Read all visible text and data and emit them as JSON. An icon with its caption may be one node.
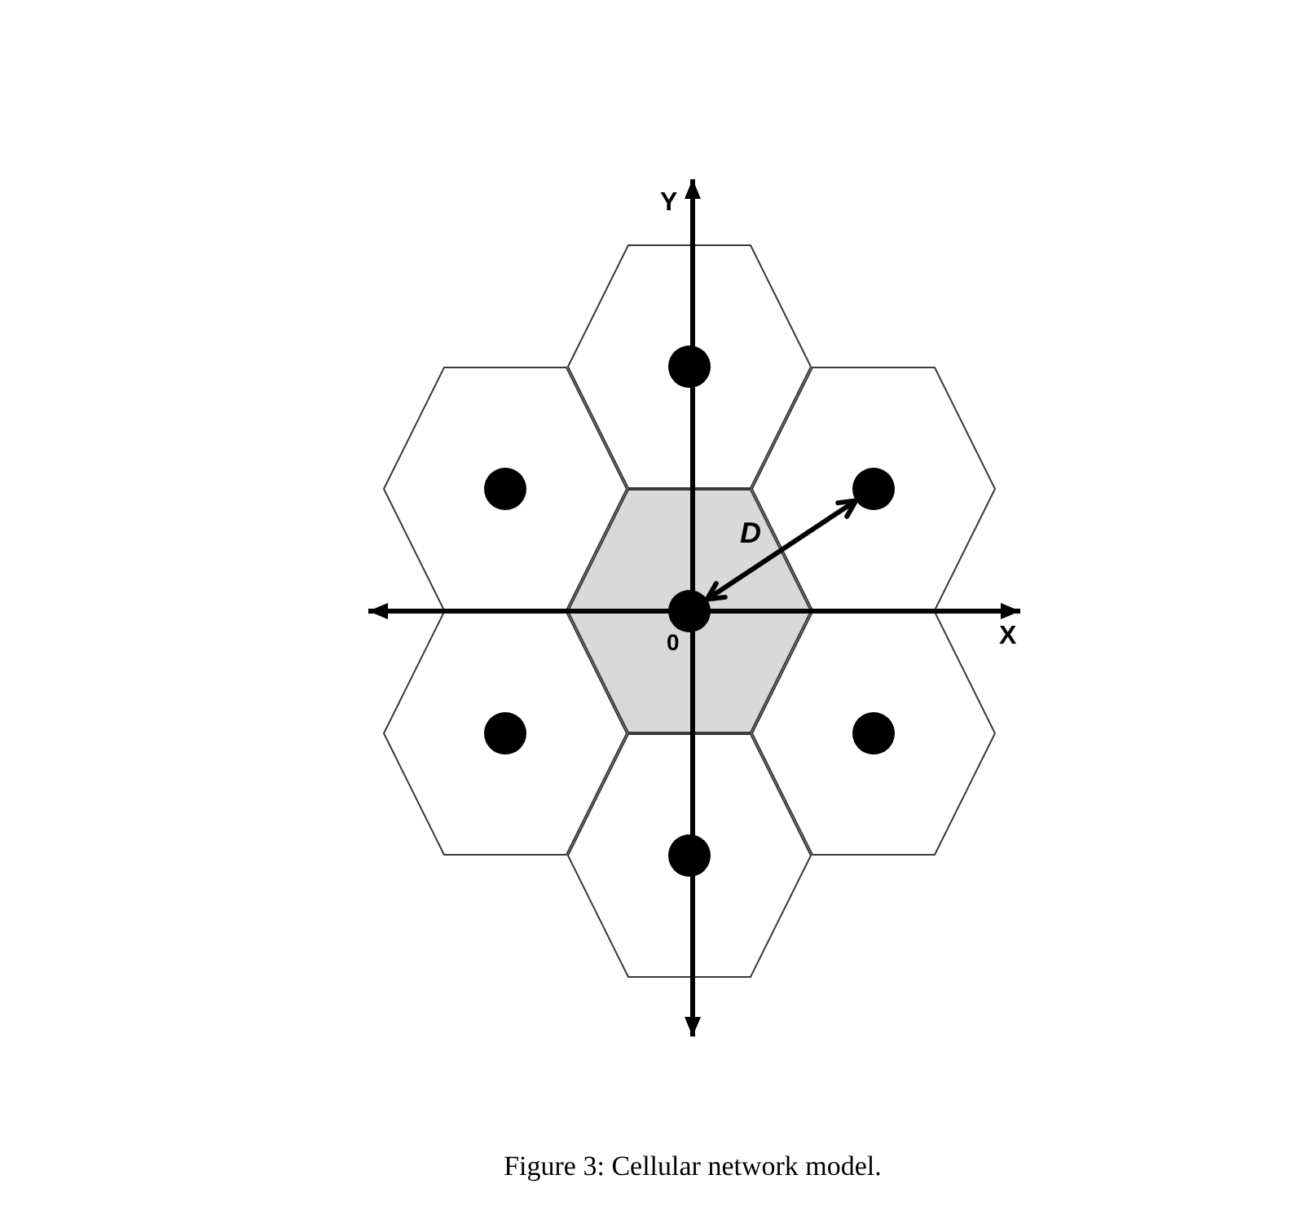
{
  "diagram": {
    "caption": "Figure 3: Cellular network model.",
    "nodes": [
      {
        "text": [],
        "shape": "hexagon"
      },
      {
        "text": [],
        "shape": "circle",
        "in": 0
      },
      {
        "text": [],
        "shape": "hexagon"
      },
      {
        "text": [],
        "shape": "circle",
        "in": 2
      },
      {
        "text": [],
        "shape": "hexagon"
      },
      {
        "text": [],
        "shape": "circle",
        "in": 4
      },
      {
        "text": [],
        "shape": "hexagon"
      },
      {
        "text": [],
        "shape": "circle",
        "in": 6
      },
      {
        "text": [],
        "shape": "hexagon"
      },
      {
        "text": [],
        "shape": "circle",
        "in": 8
      },
      {
        "text": [],
        "shape": "hexagon"
      },
      {
        "text": [],
        "shape": "circle",
        "in": 10
      },
      {
        "text": [],
        "shape": "hexagon"
      },
      {
        "text": [],
        "shape": "circle",
        "in": 12
      }
    ],
    "edges": [
      {
        "from": 7,
        "to": 5,
        "arrow": "both",
        "label": "D"
      }
    ],
    "labels": [
      "Y",
      "0",
      "X"
    ]
  }
}
